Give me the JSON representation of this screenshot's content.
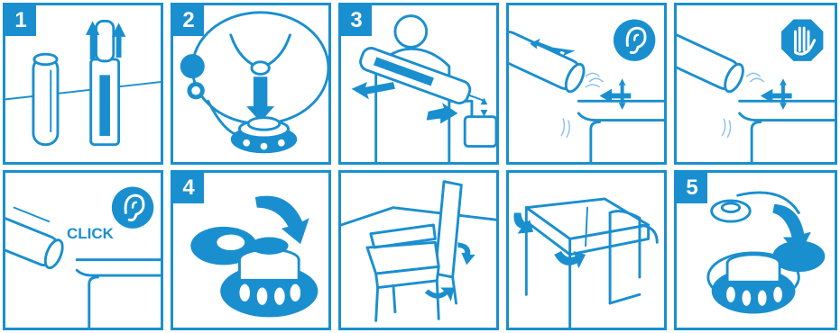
{
  "steps": {
    "step1": "1",
    "step2": "2",
    "step3": "3",
    "step4": "4",
    "step5": "5"
  },
  "click_label": "CLICK",
  "colors": {
    "accent": "#1a8fcf",
    "background": "#ffffff"
  },
  "icons": [
    "ear-icon",
    "stop-hand-icon"
  ]
}
